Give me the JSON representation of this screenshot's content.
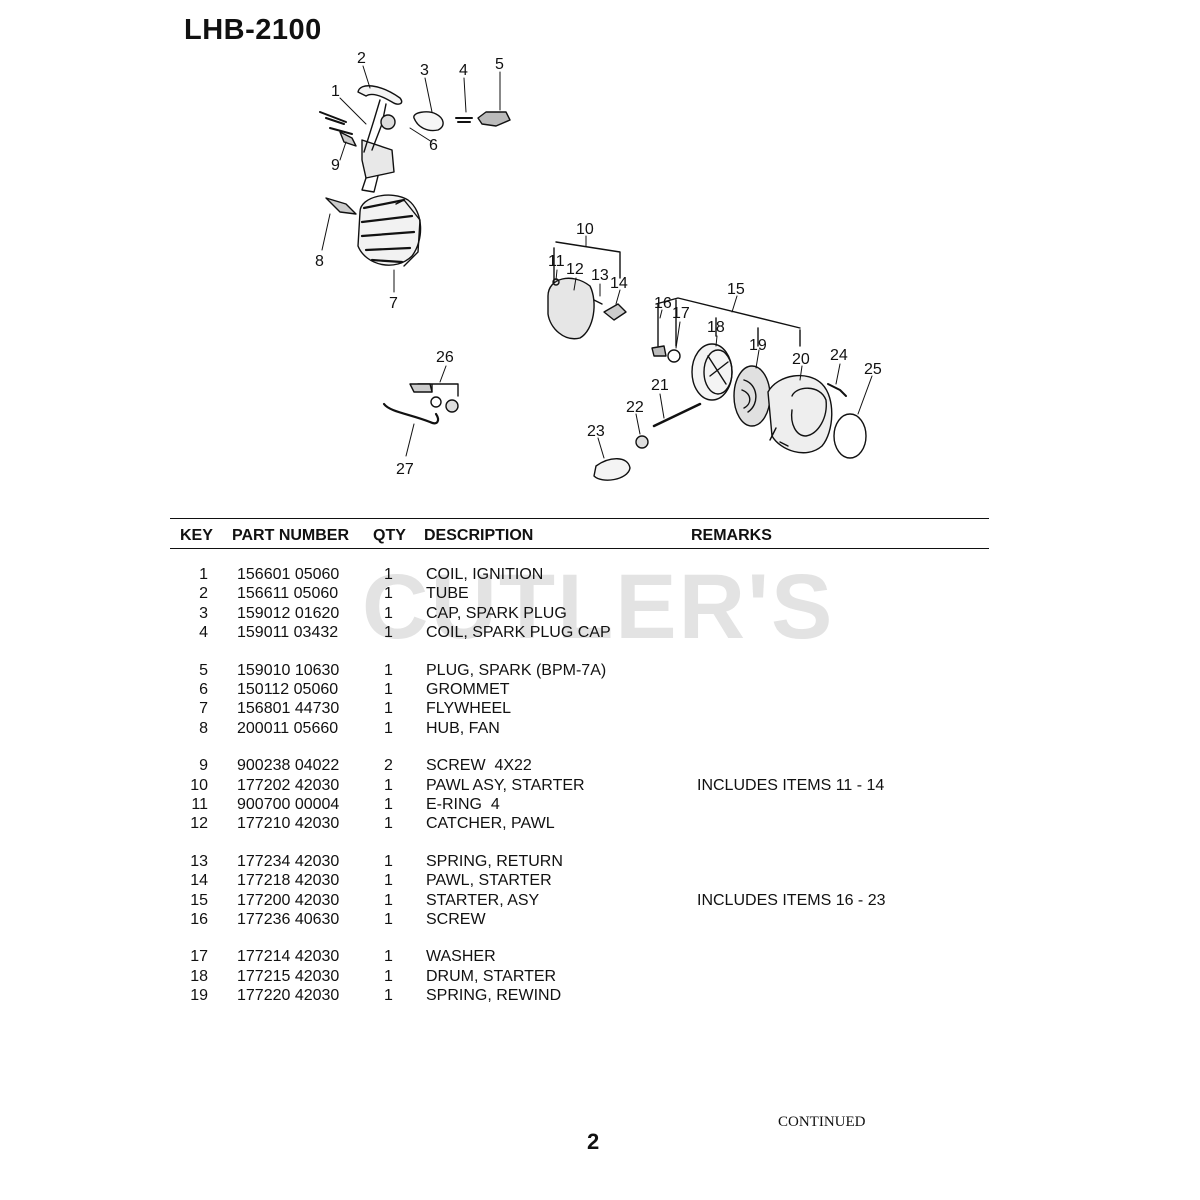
{
  "document": {
    "model": "LHB-2100",
    "watermark": "CUTLER'S",
    "continued": "CONTINUED",
    "page_number": "2"
  },
  "diagram": {
    "callouts": [
      "1",
      "2",
      "3",
      "4",
      "5",
      "6",
      "7",
      "8",
      "9",
      "10",
      "11",
      "12",
      "13",
      "14",
      "15",
      "16",
      "17",
      "18",
      "19",
      "20",
      "21",
      "22",
      "23",
      "24",
      "25",
      "26",
      "27"
    ]
  },
  "table": {
    "headers": {
      "key": "KEY",
      "part_number": "PART NUMBER",
      "qty": "QTY",
      "description": "DESCRIPTION",
      "remarks": "REMARKS"
    },
    "rows": [
      {
        "key": "1",
        "part": "156601 05060",
        "qty": "1",
        "desc": "COIL, IGNITION",
        "remarks": ""
      },
      {
        "key": "2",
        "part": "156611 05060",
        "qty": "1",
        "desc": "TUBE",
        "remarks": ""
      },
      {
        "key": "3",
        "part": "159012 01620",
        "qty": "1",
        "desc": "CAP, SPARK PLUG",
        "remarks": ""
      },
      {
        "key": "4",
        "part": "159011 03432",
        "qty": "1",
        "desc": "COIL, SPARK PLUG CAP",
        "remarks": ""
      },
      {
        "key": "5",
        "part": "159010 10630",
        "qty": "1",
        "desc": "PLUG, SPARK (BPM-7A)",
        "remarks": ""
      },
      {
        "key": "6",
        "part": "150112 05060",
        "qty": "1",
        "desc": "GROMMET",
        "remarks": ""
      },
      {
        "key": "7",
        "part": "156801 44730",
        "qty": "1",
        "desc": "FLYWHEEL",
        "remarks": ""
      },
      {
        "key": "8",
        "part": "200011 05660",
        "qty": "1",
        "desc": "HUB, FAN",
        "remarks": ""
      },
      {
        "key": "9",
        "part": "900238 04022",
        "qty": "2",
        "desc": "SCREW  4X22",
        "remarks": ""
      },
      {
        "key": "10",
        "part": "177202 42030",
        "qty": "1",
        "desc": "PAWL ASY, STARTER",
        "remarks": "INCLUDES ITEMS 11 - 14"
      },
      {
        "key": "11",
        "part": "900700 00004",
        "qty": "1",
        "desc": "E-RING  4",
        "remarks": ""
      },
      {
        "key": "12",
        "part": "177210 42030",
        "qty": "1",
        "desc": "CATCHER, PAWL",
        "remarks": ""
      },
      {
        "key": "13",
        "part": "177234 42030",
        "qty": "1",
        "desc": "SPRING, RETURN",
        "remarks": ""
      },
      {
        "key": "14",
        "part": "177218 42030",
        "qty": "1",
        "desc": "PAWL, STARTER",
        "remarks": ""
      },
      {
        "key": "15",
        "part": "177200 42030",
        "qty": "1",
        "desc": "STARTER, ASY",
        "remarks": "INCLUDES ITEMS 16 - 23"
      },
      {
        "key": "16",
        "part": "177236 40630",
        "qty": "1",
        "desc": "SCREW",
        "remarks": ""
      },
      {
        "key": "17",
        "part": "177214 42030",
        "qty": "1",
        "desc": "WASHER",
        "remarks": ""
      },
      {
        "key": "18",
        "part": "177215 42030",
        "qty": "1",
        "desc": "DRUM, STARTER",
        "remarks": ""
      },
      {
        "key": "19",
        "part": "177220 42030",
        "qty": "1",
        "desc": "SPRING, REWIND",
        "remarks": ""
      }
    ]
  }
}
